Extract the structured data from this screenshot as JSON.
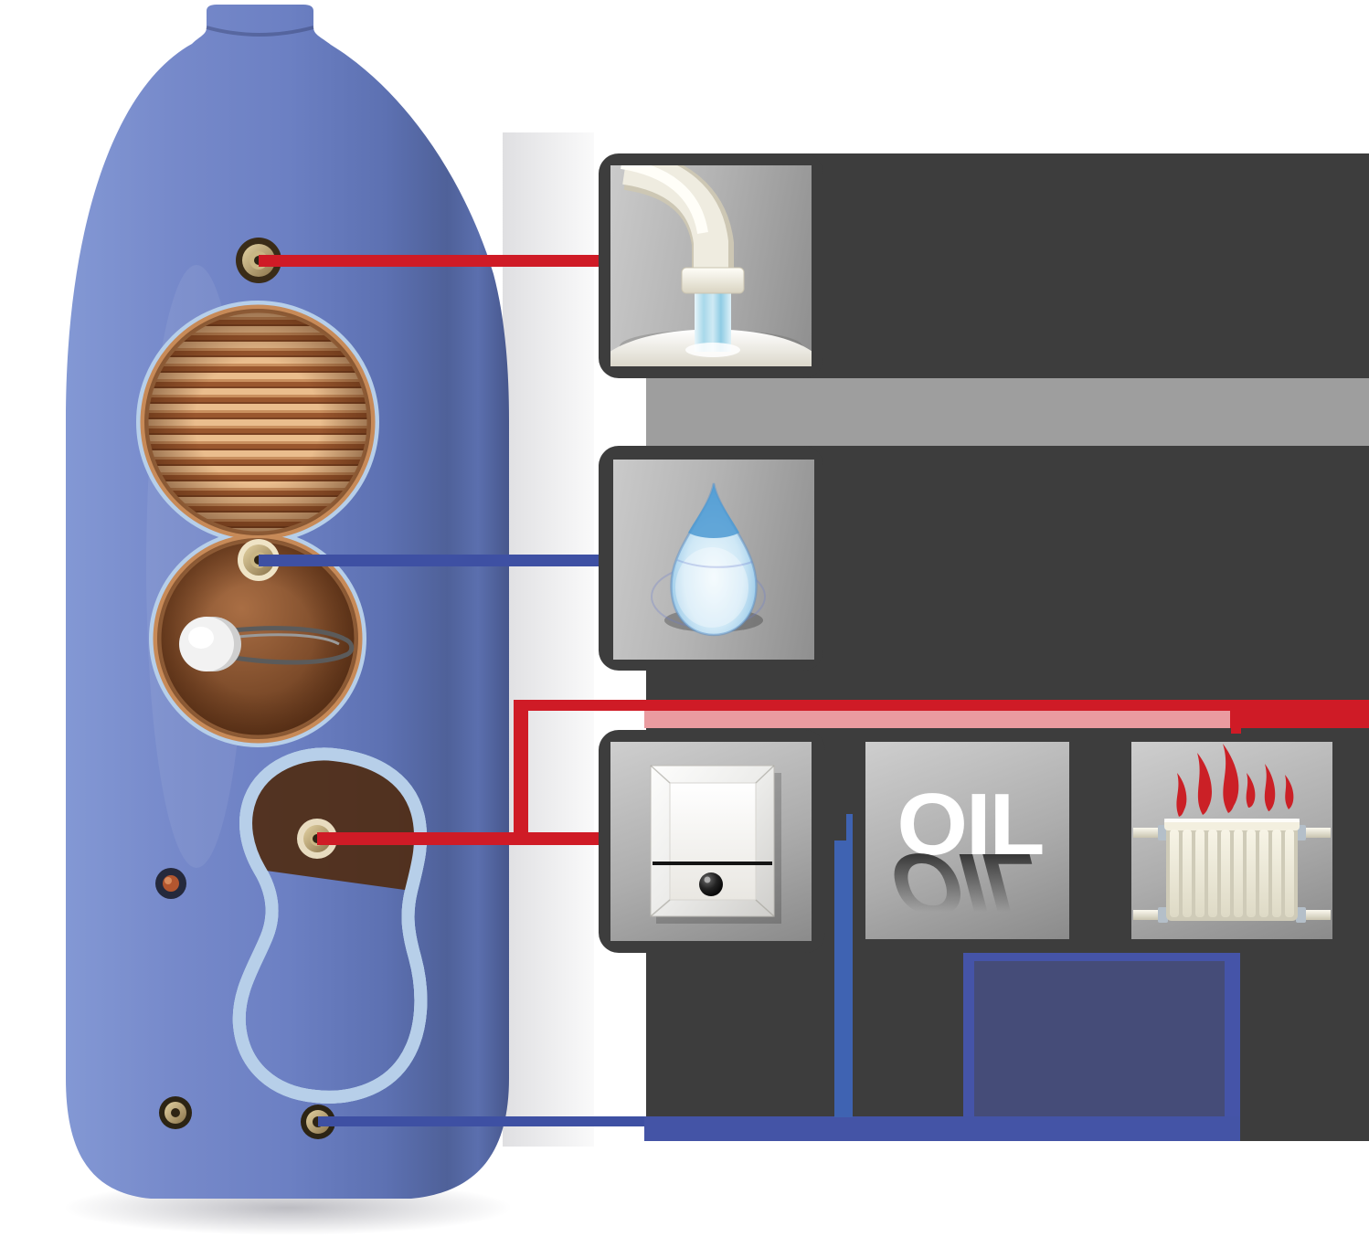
{
  "page": {
    "type": "infographic-diagram",
    "subject": "hot water cylinder cutaway connected to tap, cold feed, switch, oil boiler and radiator",
    "background": "#ffffff"
  },
  "labels": {
    "oil": "OIL"
  },
  "icons": [
    {
      "name": "hot-water-tap-icon"
    },
    {
      "name": "water-droplet-icon"
    },
    {
      "name": "control-switch-icon"
    },
    {
      "name": "oil-boiler-icon"
    },
    {
      "name": "radiator-icon"
    }
  ],
  "colors": {
    "page_bg": "#ffffff",
    "accent_red": "#cf1b26",
    "pink_band": "#ea9ba0",
    "dark_panel": "#3d3d3d",
    "gray_band": "#9e9e9e",
    "blue_line": "#3e50a3",
    "navy_bar": "#4454a6",
    "navy_fill": "#454c78",
    "navy_edge": "#4554a8",
    "bright_blue": "#3f63b2",
    "cylinder_blue": "#6e84c6",
    "copper": "#c08352",
    "flame_red": "#cb2026"
  }
}
